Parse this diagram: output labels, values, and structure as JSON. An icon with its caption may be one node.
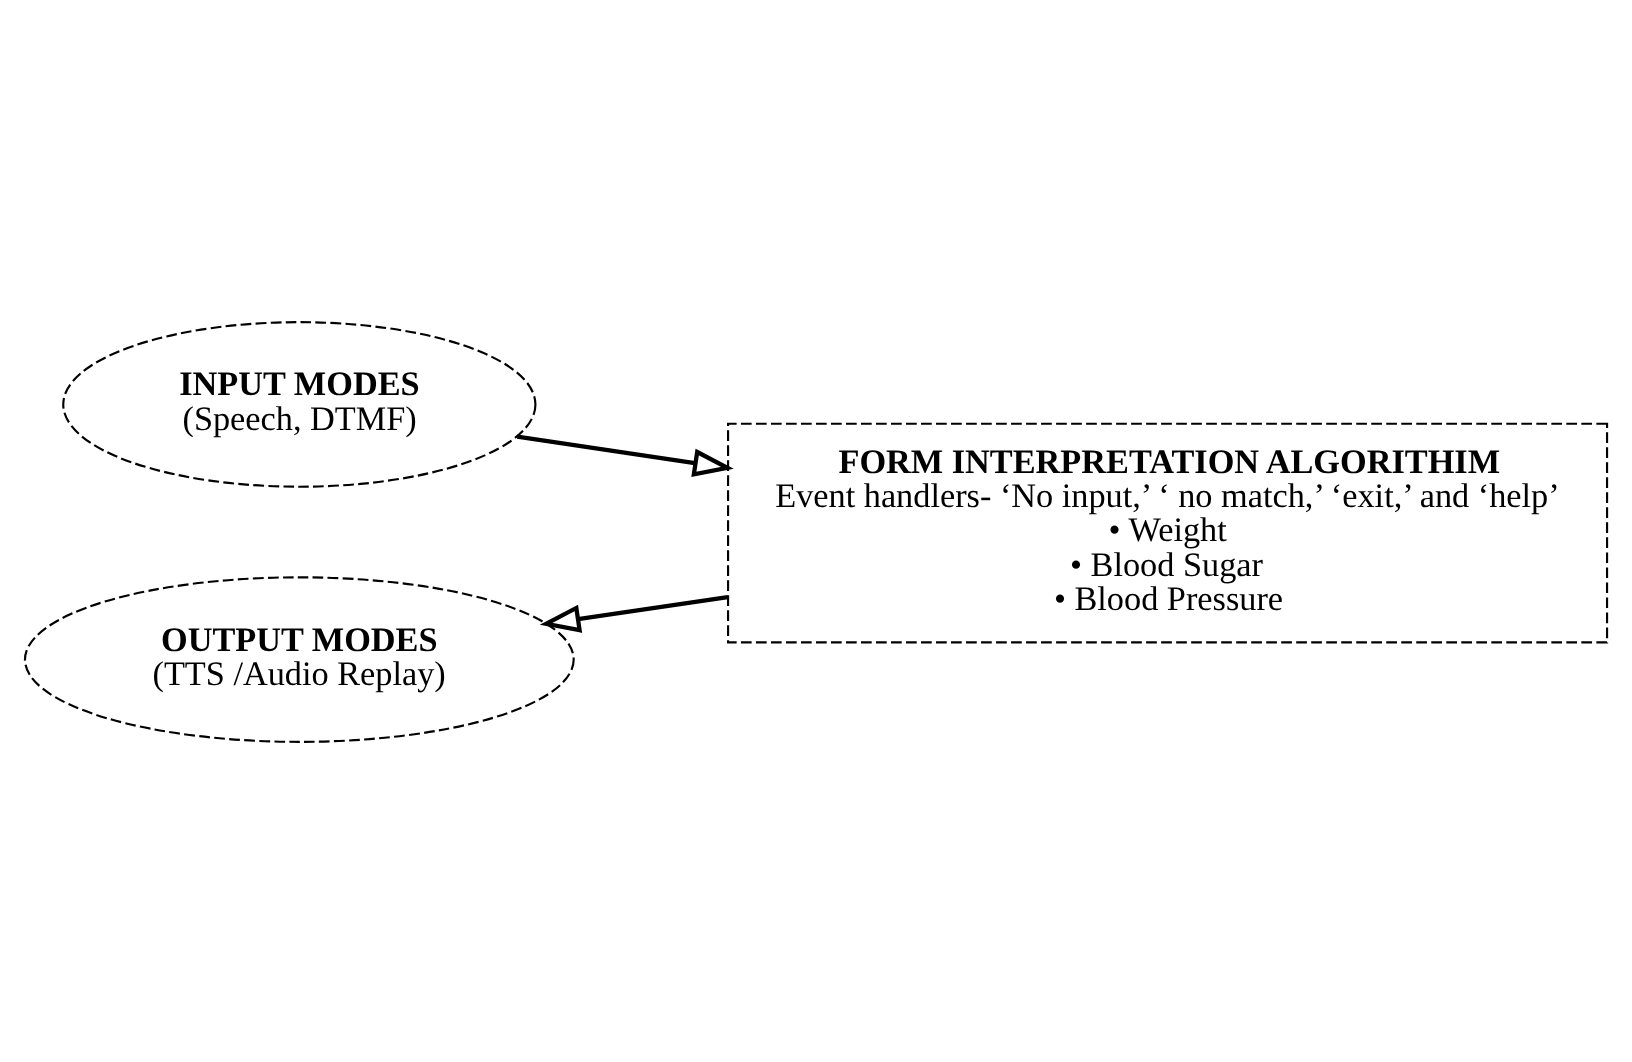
{
  "diagram": {
    "nodes": [
      {
        "text": [
          "INPUT MODES",
          "(Speech, DTMF)"
        ]
      },
      {
        "text": [
          "FORM INTERPRETATION ALGORITHIM",
          "Event handlers- ‘No input,’ ‘ no match,’ ‘exit,’ and ‘help’",
          "• Weight",
          "• Blood Sugar",
          "• Blood Pressure"
        ]
      },
      {
        "text": [
          "OUTPUT MODES",
          "(TTS /Audio Replay)"
        ]
      }
    ],
    "edges": [
      {
        "from": 0,
        "to": 1,
        "arrow": "to"
      },
      {
        "from": 1,
        "to": 2,
        "arrow": "to"
      }
    ]
  }
}
